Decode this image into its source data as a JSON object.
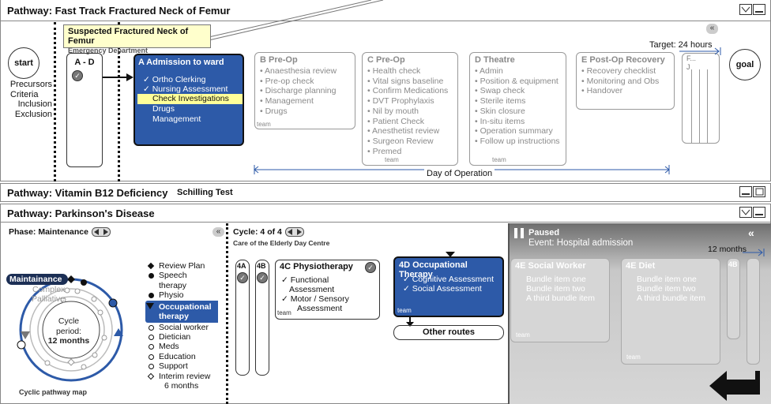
{
  "p1": {
    "title": "Pathway: Fast Track Fractured Neck of Femur",
    "tooltip": {
      "title": "Suspected Fractured Neck of Femur",
      "sub": "Emergency Department"
    },
    "start": "start",
    "goal": "goal",
    "left_items": [
      "Precursors",
      "Criteria",
      "Inclusion",
      "Exclusion"
    ],
    "ad": "A - D",
    "a": {
      "title": "A Admission to ward",
      "items": [
        "Ortho Clerking",
        "Nursing Assessment",
        "Check Investigations",
        "Drugs",
        "Management"
      ],
      "checked": [
        true,
        true,
        false,
        false,
        false
      ]
    },
    "b": {
      "title": "B  Pre-Op",
      "items": [
        "Anaesthesia review",
        "Pre-op check",
        "Discharge planning",
        "Management",
        "Drugs"
      ],
      "team": "team"
    },
    "c": {
      "title": "C  Pre-Op",
      "items": [
        "Health check",
        "Vital signs baseline",
        "Confirm Medications",
        "DVT Prophylaxis",
        "Nil by mouth",
        "Patient Check",
        "Anesthetist review",
        "Surgeon Review",
        "Premed"
      ],
      "team": "team"
    },
    "d": {
      "title": "D  Theatre",
      "items": [
        "Admin",
        "Position & equipment",
        "Swap check",
        "Sterile items",
        "Skin closure",
        "In-situ items",
        "Operation summary",
        "Follow up instructions"
      ],
      "team": "team"
    },
    "e": {
      "title": "E  Post-Op Recovery",
      "items": [
        "Recovery checklist",
        "Monitoring and Obs",
        "Handover"
      ]
    },
    "f": {
      "title": "F...",
      "sub": "J"
    },
    "target": "Target: 24 hours",
    "day": "Day of Operation"
  },
  "p2": {
    "title": "Pathway: Vitamin B12 Deficiency",
    "sub": "Schilling Test"
  },
  "p3": {
    "title": "Pathway: Parkinson's Disease",
    "phase": "Phase: Maintenance",
    "ring": {
      "labels": [
        "Maintainance",
        "Complex",
        "Palliative"
      ],
      "cycle1": "Cycle",
      "cycle2": "period:",
      "cycle3": "12 months",
      "map": "Cyclic pathway map"
    },
    "legend": [
      {
        "t": "Review Plan",
        "s": "filled"
      },
      {
        "t": "Speech",
        "s": "filled"
      },
      {
        "t": "therapy",
        "s": "none"
      },
      {
        "t": "Physio",
        "s": "filled"
      },
      {
        "t": "Occupational",
        "s": "hi"
      },
      {
        "t": "therapy",
        "s": "hinone"
      },
      {
        "t": "Social worker",
        "s": "open"
      },
      {
        "t": "Dietician",
        "s": "open"
      },
      {
        "t": "Meds",
        "s": "open"
      },
      {
        "t": "Education",
        "s": "open"
      },
      {
        "t": "Support",
        "s": "open"
      },
      {
        "t": "Interim review",
        "s": "diamond"
      },
      {
        "t": "6 months",
        "s": "none"
      }
    ],
    "cycle": "Cycle: 4 of 4",
    "centre": "Care of the Elderly Day Centre",
    "c4a": "4A",
    "c4b": "4B",
    "c4c": {
      "title": "4C Physiotherapy",
      "items": [
        "Functional",
        "Assessment",
        "Motor / Sensory",
        "Assessment"
      ],
      "team": "team"
    },
    "c4d": {
      "title": "4D Occupational Therapy",
      "items": [
        "Cognitive Assessment",
        "Social Assessment"
      ],
      "team": "team"
    },
    "other": "Other routes",
    "paused": {
      "title": "Paused",
      "event": "Event: Hospital admission",
      "months": "12 months",
      "e1": {
        "title": "4E Social Worker",
        "items": [
          "Bundle item one",
          "Bundle item two",
          "A third bundle item"
        ],
        "team": "team"
      },
      "e2": {
        "title": "4E Diet",
        "items": [
          "Bundle item one",
          "Bundle item two",
          "A third bundle item"
        ],
        "team": "team"
      },
      "e3": "4B"
    }
  }
}
